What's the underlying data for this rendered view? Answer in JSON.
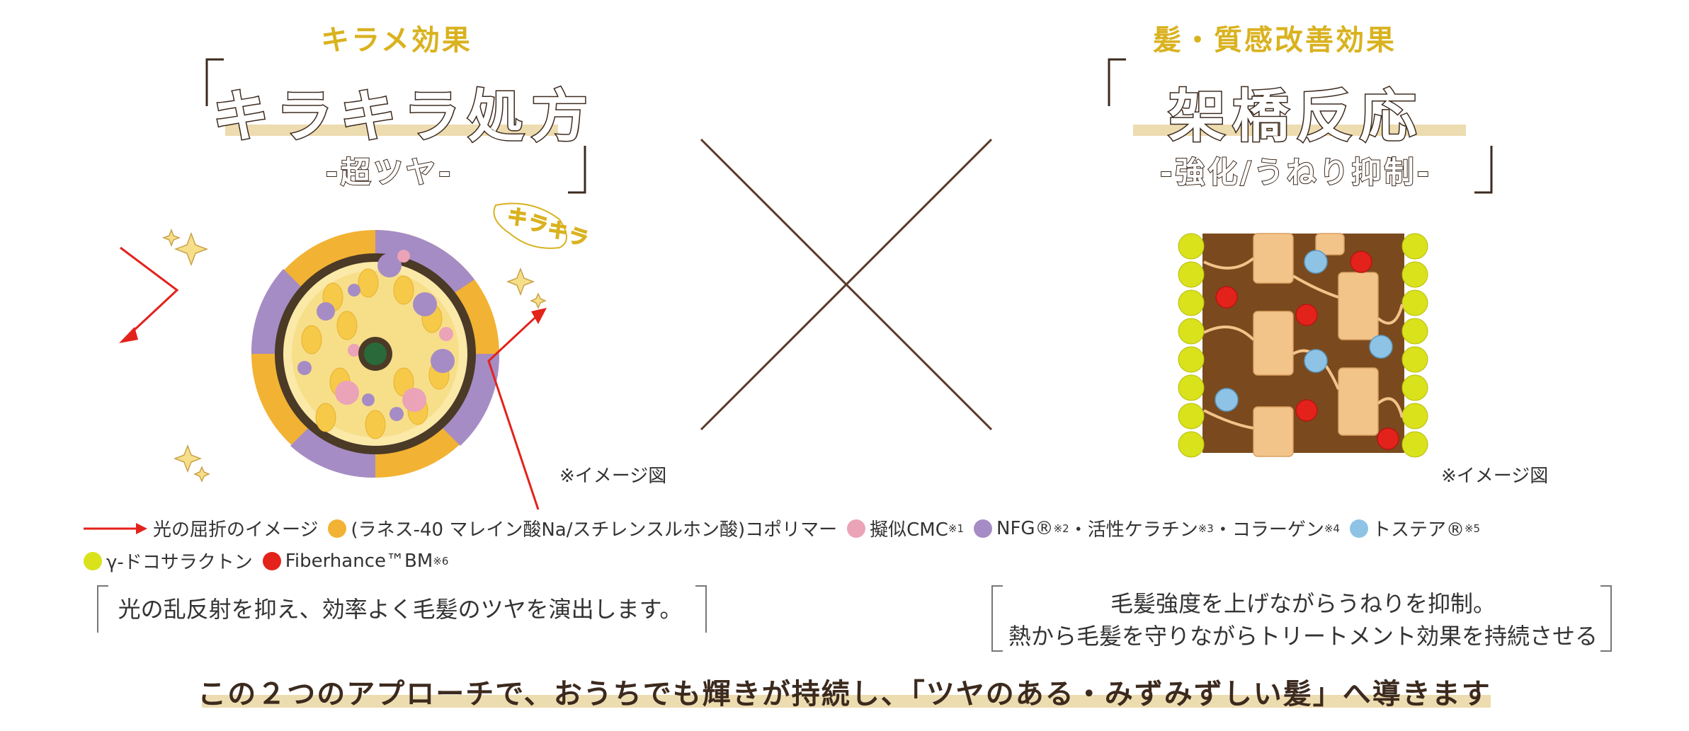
{
  "left": {
    "subheading": "キラメ効果",
    "title": "キラキラ処方",
    "tagline": "-超ツヤ-",
    "bubble": "キラキラ",
    "image_note": "※イメージ図",
    "description": "光の乱反射を抑え、効率よく毛髪のツヤを演出します。"
  },
  "right": {
    "subheading": "髪・質感改善効果",
    "title": "架橋反応",
    "tagline": "-強化/うねり抑制-",
    "image_note": "※イメージ図",
    "description_line1": "毛髪強度を上げながらうねりを抑制。",
    "description_line2": "熱から毛髪を守りながらトリートメント効果を持続させる"
  },
  "legend": {
    "arrow_label": "光の屈折のイメージ",
    "items": [
      {
        "label": "(ラネス-40 マレイン酸Na/スチレンスルホン酸)コポリマー",
        "sup": "",
        "color": "#f2b233"
      },
      {
        "label": "擬似CMC",
        "sup": "※1",
        "color": "#eba3b8"
      },
      {
        "label": "NFG®",
        "sup": "※2",
        "color": "#a68cc4"
      },
      {
        "label": "・活性ケラチン",
        "sup": "※3",
        "color": ""
      },
      {
        "label": "・コラーゲン",
        "sup": "※4",
        "color": ""
      },
      {
        "label": "トステア®",
        "sup": "※5",
        "color": "#8fc3e6"
      },
      {
        "label": "γ-ドコサラクトン",
        "sup": "",
        "color": "#d9e21a"
      },
      {
        "label": "Fiberhance™BM",
        "sup": "※6",
        "color": "#e3221b"
      }
    ]
  },
  "bottom_message": "この２つのアプローチで、おうちでも輝きが持続し、「ツヤのある・みずみずしい髪」へ導きます",
  "colors": {
    "accent_yellow": "#d9b21f",
    "highlight": "#eddcb0",
    "dark_brown": "#3c2a1e",
    "arrow_red": "#e3221b"
  }
}
